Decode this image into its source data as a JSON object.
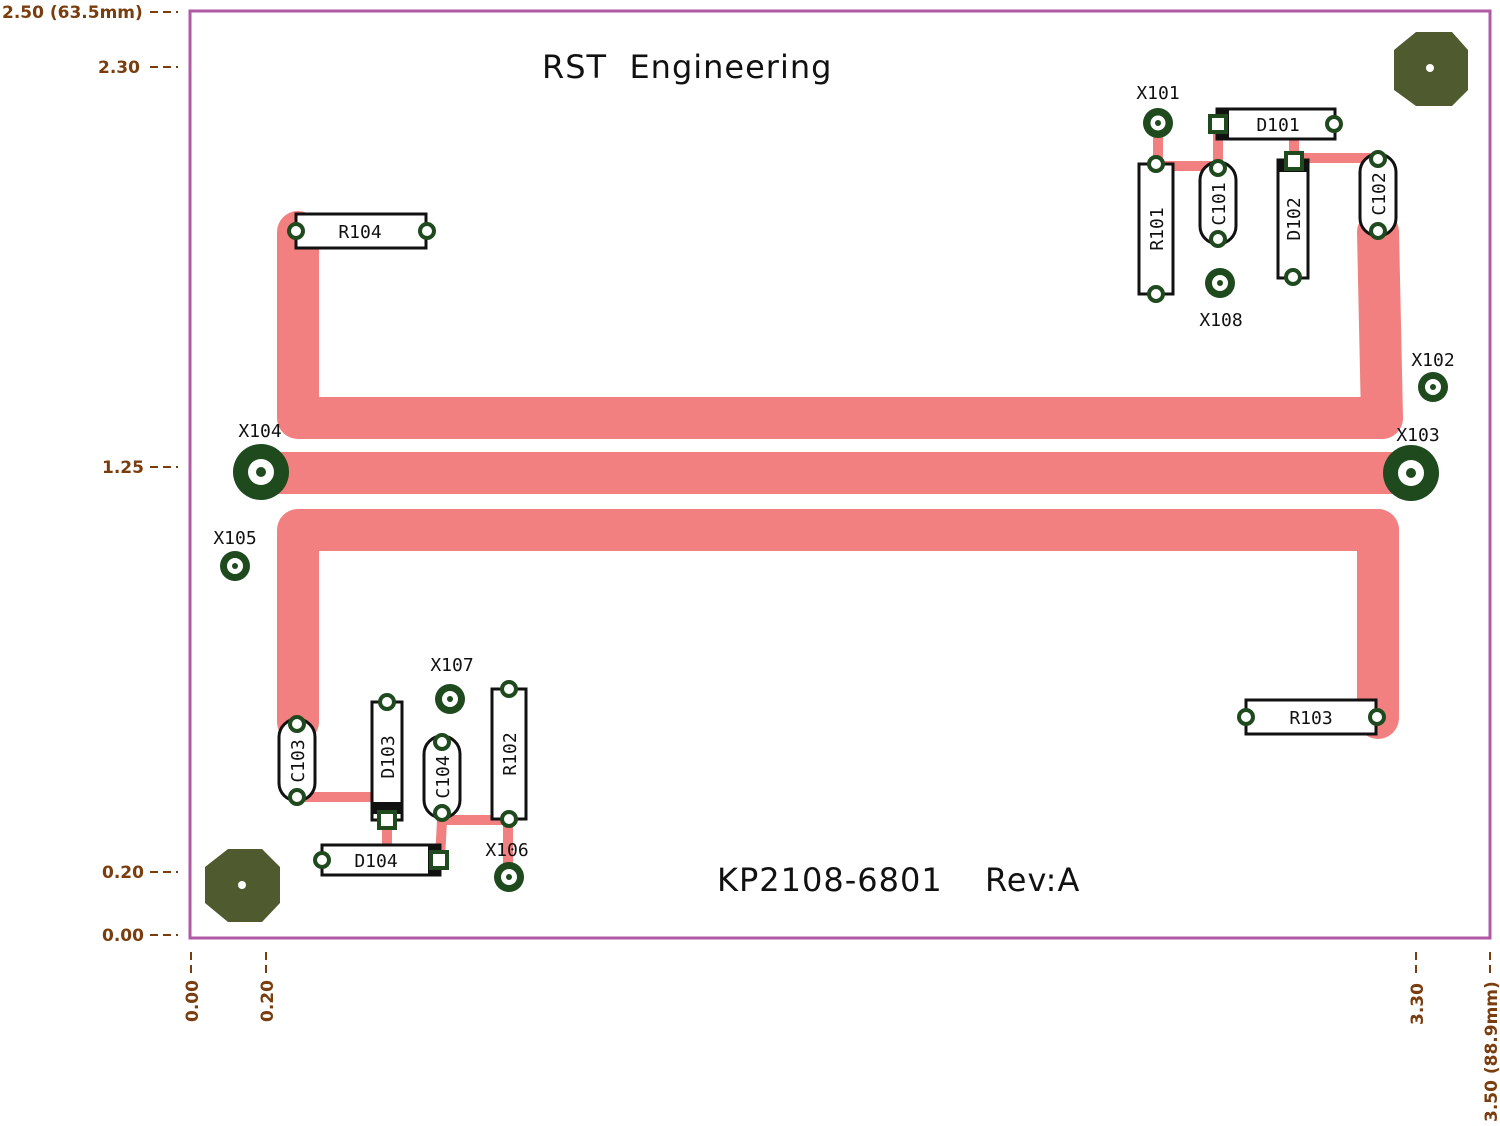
{
  "board": {
    "title": "RST  Engineering",
    "part_number": "KP2108-6801",
    "revision": "Rev:A"
  },
  "dimensions": {
    "y_labels": [
      "2.50 (63.5mm)",
      "2.30",
      "1.25",
      "0.20",
      "0.00"
    ],
    "x_labels": [
      "0.00",
      "0.20",
      "3.30",
      "3.50 (88.9mm)"
    ]
  },
  "components": {
    "R101": "R101",
    "R102": "R102",
    "R103": "R103",
    "R104": "R104",
    "C101": "C101",
    "C102": "C102",
    "C103": "C103",
    "C104": "C104",
    "D101": "D101",
    "D102": "D102",
    "D103": "D103",
    "D104": "D104"
  },
  "test_points": {
    "X101": "X101",
    "X102": "X102",
    "X103": "X103",
    "X104": "X104",
    "X105": "X105",
    "X106": "X106",
    "X107": "X107",
    "X108": "X108"
  },
  "colors": {
    "outline": "#b05aa6",
    "trace": "#f28080",
    "pad": "#1e4a1e",
    "mount": "#4f5a2f",
    "dimension": "#7a3d0e"
  }
}
